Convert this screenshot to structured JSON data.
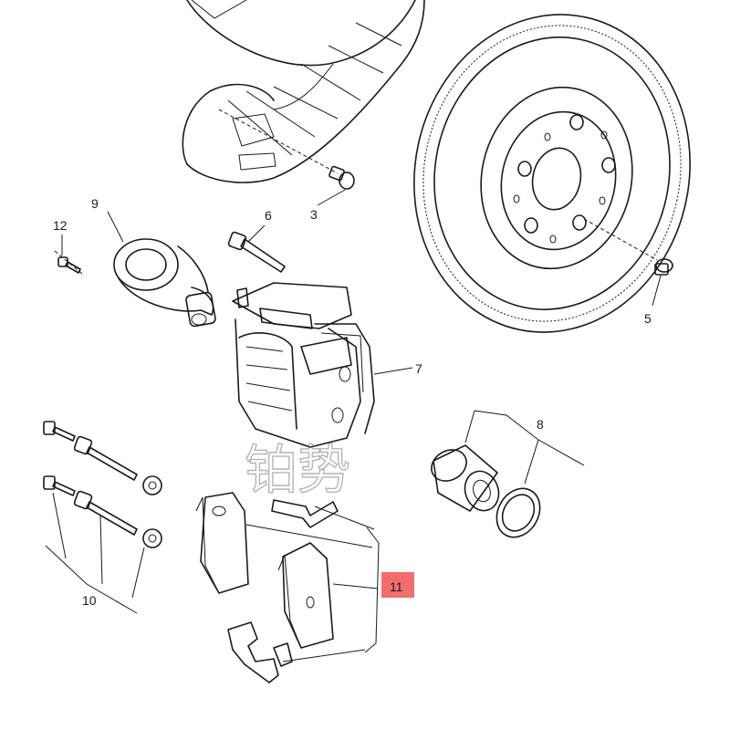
{
  "callouts": {
    "c3": "3",
    "c5": "5",
    "c6": "6",
    "c7": "7",
    "c8": "8",
    "c9": "9",
    "c10": "10",
    "c11": "11",
    "c12": "12"
  },
  "highlight": {
    "label": "11",
    "color": "#f26d6d"
  },
  "watermark": {
    "text": "铂势"
  },
  "colors": {
    "line": "#1a1a1a",
    "background": "#ffffff"
  }
}
